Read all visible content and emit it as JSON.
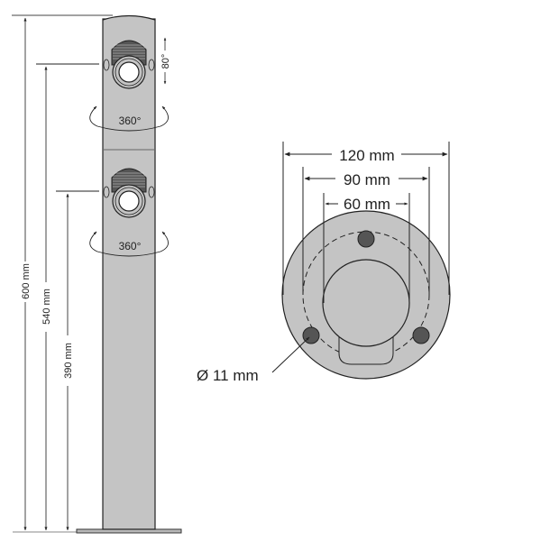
{
  "side_view": {
    "dimensions": {
      "total_height": "600 mm",
      "upper_outlet_height": "540 mm",
      "lower_outlet_height": "390 mm"
    },
    "upper_outlet": {
      "tilt_angle": "80°",
      "rotation": "360°"
    },
    "lower_outlet": {
      "rotation": "360°"
    }
  },
  "top_view": {
    "outer_diameter": "120 mm",
    "bolt_circle": "90 mm",
    "inner_diameter": "60 mm",
    "hole_diameter": "Ø 11 mm"
  },
  "colors": {
    "body": "#c4c4c4",
    "outline": "#222222",
    "hole": "#555555"
  }
}
